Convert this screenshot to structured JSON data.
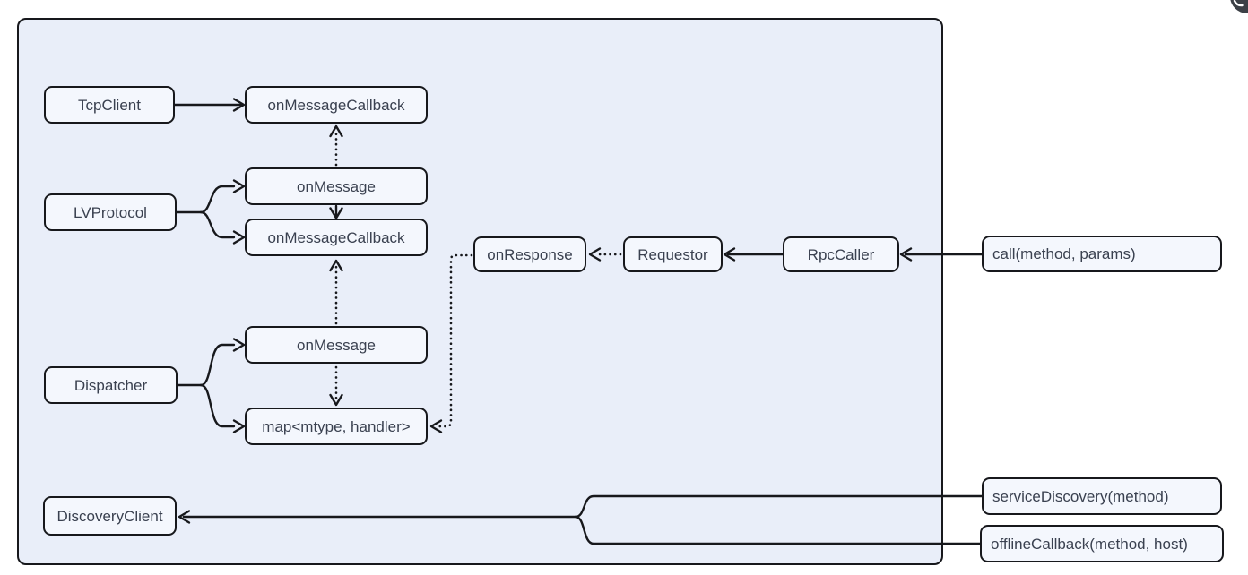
{
  "diagram": {
    "nodes": {
      "tcpclient": "TcpClient",
      "tcp_onmessagecallback": "onMessageCallback",
      "lvprotocol": "LVProtocol",
      "lv_onmessage": "onMessage",
      "lv_onmessagecallback": "onMessageCallback",
      "dispatcher": "Dispatcher",
      "dispatcher_onmessage": "onMessage",
      "dispatcher_map": "map<mtype, handler>",
      "onresponse": "onResponse",
      "requestor": "Requestor",
      "rpccaller": "RpcCaller",
      "call": "call(method, params)",
      "discoveryclient": "DiscoveryClient",
      "servicediscovery": "serviceDiscovery(method)",
      "offlinecallback": "offlineCallback(method, host)"
    },
    "edges": [
      {
        "from": "tcpclient",
        "to": "tcp_onmessagecallback",
        "style": "solid"
      },
      {
        "from": "lv_onmessage",
        "to": "tcp_onmessagecallback",
        "style": "dotted"
      },
      {
        "from": "lvprotocol",
        "to": "lv_onmessage",
        "style": "solid-fork"
      },
      {
        "from": "lvprotocol",
        "to": "lv_onmessagecallback",
        "style": "solid-fork"
      },
      {
        "from": "lv_onmessage",
        "to": "lv_onmessagecallback",
        "style": "solid"
      },
      {
        "from": "dispatcher_onmessage",
        "to": "lv_onmessagecallback",
        "style": "dotted"
      },
      {
        "from": "dispatcher",
        "to": "dispatcher_onmessage",
        "style": "solid-fork"
      },
      {
        "from": "dispatcher",
        "to": "dispatcher_map",
        "style": "solid-fork"
      },
      {
        "from": "dispatcher_onmessage",
        "to": "dispatcher_map",
        "style": "dotted"
      },
      {
        "from": "onresponse",
        "to": "dispatcher_map",
        "style": "dotted"
      },
      {
        "from": "requestor",
        "to": "onresponse",
        "style": "dotted"
      },
      {
        "from": "rpccaller",
        "to": "requestor",
        "style": "solid"
      },
      {
        "from": "call",
        "to": "rpccaller",
        "style": "solid"
      },
      {
        "from": "servicediscovery",
        "to": "discoveryclient",
        "style": "solid-merge"
      },
      {
        "from": "offlinecallback",
        "to": "discoveryclient",
        "style": "solid-merge"
      }
    ],
    "colors": {
      "container_fill": "#e9eef9",
      "node_fill": "#f4f7fd",
      "stroke": "#17181c",
      "text": "#3a4150",
      "badge_fill": "#3c4046"
    }
  }
}
